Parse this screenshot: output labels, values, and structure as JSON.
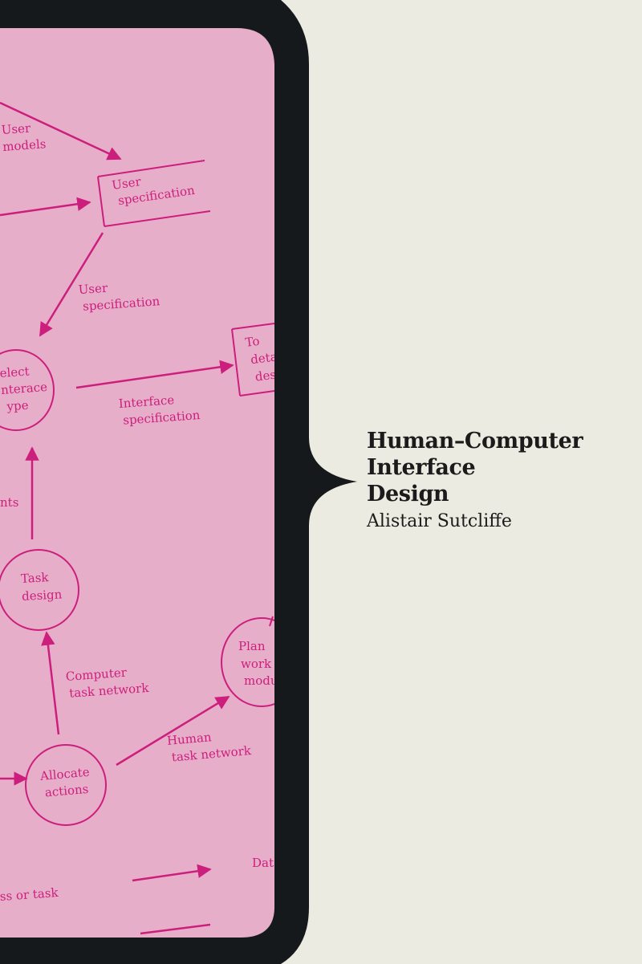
{
  "colors": {
    "background": "#ecebe1",
    "frame": "#16191b",
    "panel": "#e7aec9",
    "diagram": "#cc1f7d",
    "text": "#1b1b1b"
  },
  "book": {
    "title_lines": [
      "Human–Computer",
      "Interface",
      "Design"
    ],
    "author": "Alistair Sutcliffe"
  },
  "diagram": {
    "nodes": {
      "user_spec_box": [
        "User",
        "specification"
      ],
      "to_detail_box": [
        "To",
        "deta",
        "desi"
      ],
      "select_interface": [
        "elect",
        "nterace",
        "ype"
      ],
      "task_design": [
        "Task",
        "design"
      ],
      "allocate_actions": [
        "Allocate",
        "actions"
      ],
      "plan_work": [
        "Plan",
        "work",
        "modu"
      ]
    },
    "flows": {
      "user_models": [
        "User",
        "models"
      ],
      "user_specification": [
        "User",
        "specification"
      ],
      "interface_specification": [
        "Interface",
        "specification"
      ],
      "nts": "nts",
      "computer_task_network": [
        "Computer",
        "task network"
      ],
      "human_task_network": [
        "Human",
        "task network"
      ],
      "process_or_task": "ss or task",
      "dat": "Dat"
    }
  }
}
